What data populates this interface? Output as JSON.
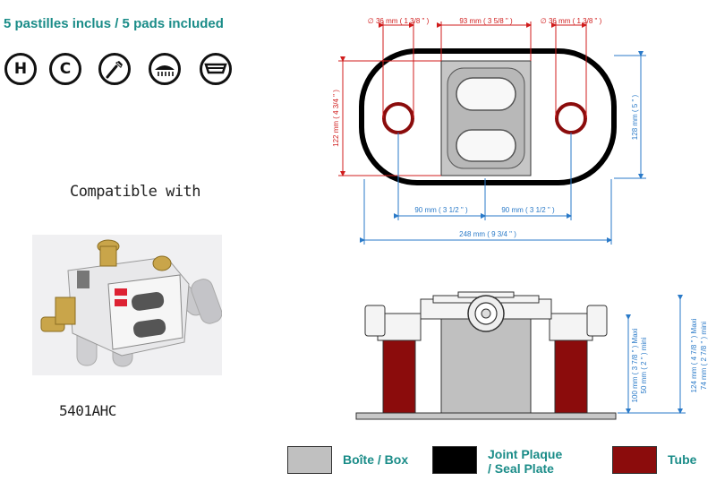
{
  "header": {
    "pads_text": "5 pastilles inclus / 5 pads included"
  },
  "icons": [
    {
      "name": "hot-water-icon",
      "label": "H"
    },
    {
      "name": "cold-water-icon",
      "label": "C"
    },
    {
      "name": "hand-shower-icon",
      "label": ""
    },
    {
      "name": "shower-head-icon",
      "label": ""
    },
    {
      "name": "bathtub-spout-icon",
      "label": ""
    }
  ],
  "compatible_with": "Compatible with",
  "model": "5401AHC",
  "dimensions": {
    "hole_left": "∅ 36 mm ( 1 3/8 \" )",
    "center_width": "93 mm ( 3 5/8 \" )",
    "hole_right": "∅ 36 mm ( 1 3/8 \" )",
    "left_height": "122 mm ( 4 3/4 \" )",
    "right_height": "128 mm ( 5 \" )",
    "spacing_left": "90 mm ( 3 1/2 \" )",
    "spacing_right": "90 mm ( 3 1/2 \" )",
    "total_width": "248 mm ( 9 3/4 \" )",
    "depth_box_maxi": "100 mm ( 3 7/8 \" ) Maxi",
    "depth_box_mini": "50 mm ( 2 \" ) mini",
    "depth_total_maxi": "124 mm ( 4 7/8 \" ) Maxi",
    "depth_total_mini": "74 mm ( 2 7/8 \" ) mini"
  },
  "legend": {
    "box_label": "Boîte / Box",
    "seal_line1": "Joint Plaque",
    "seal_line2": "/ Seal Plate",
    "tube_label": "Tube"
  },
  "colors": {
    "accent": "#1a8c88",
    "dimension_red": "#d01c1c",
    "dimension_blue": "#2a7ac8",
    "box_gray": "#c0c0c0",
    "seal_black": "#000000",
    "tube_red": "#8b0c0c"
  }
}
